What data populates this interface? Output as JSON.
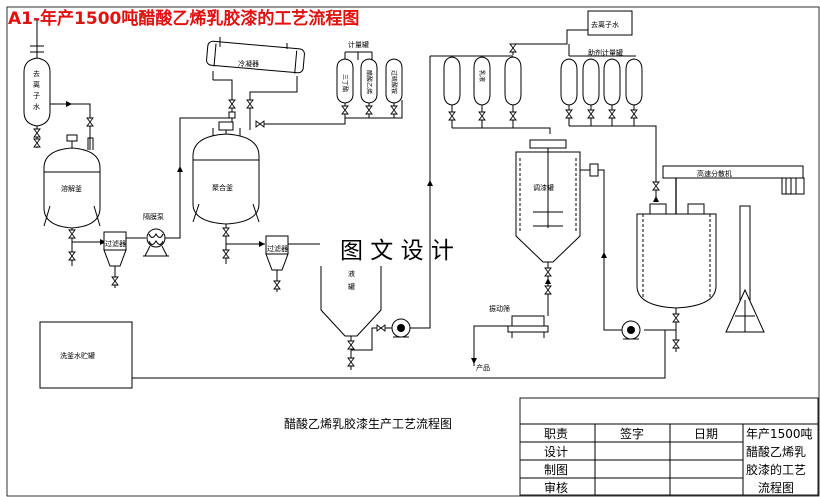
{
  "title": "A1-年产1500吨醋酸乙烯乳胶漆的工艺流程图",
  "watermark": "图 文 设 计",
  "caption": "醋酸乙烯乳胶漆生产工艺流程图",
  "colors": {
    "title": "#e21010",
    "line": "#000000",
    "background": "#ffffff"
  },
  "equipment": {
    "deionized_water_left": "去离子水",
    "dissolver": "溶解釜",
    "filter_1": "过滤器",
    "diaphragm_pump": "隔膜泵",
    "condenser": "冷凝器",
    "meter_tank_group": "计量罐",
    "meter_1": "三丁酯",
    "meter_2": "醋酸乙烯",
    "meter_3": "过硫酸铵",
    "reactor": "聚合釜",
    "filter_2": "过滤器",
    "storage_liquid": "液",
    "storage_tank": "罐",
    "wash_water_tank": "洗釜水贮罐",
    "deionized_water_right": "去离子水",
    "additive_meter_group": "助剂计量罐",
    "meter_5": "乳液",
    "blend_tank": "调漆罐",
    "vibrating_screen": "振动筛",
    "product": "产品",
    "disperser": "高速分散机"
  },
  "title_block": {
    "headers": [
      "职责",
      "签字",
      "日期"
    ],
    "rows": [
      "设计",
      "制图",
      "审核"
    ],
    "drawing_name": [
      "年产1500吨",
      "醋酸乙烯乳",
      "胶漆的工艺",
      "流程图"
    ]
  }
}
